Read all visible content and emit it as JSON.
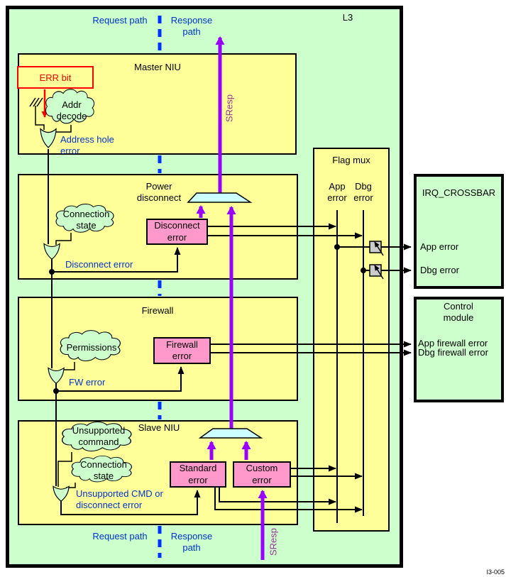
{
  "colors": {
    "background_green": "#ccffcc",
    "block_yellow": "#ffff99",
    "error_pink": "#ff99cc",
    "mux_blue": "#ccffff",
    "signal_blue_text": "#0033cc",
    "path_dash_blue": "#0033ff",
    "sresp_purple": "#9900ff",
    "sresp_label_purple": "#993399",
    "err_red": "#ff0000",
    "switch_gray": "#cccccc"
  },
  "l3": {
    "label": "L3"
  },
  "paths": {
    "request_top": "Request path",
    "response_top": "Response path",
    "request_bottom": "Request path",
    "response_bottom": "Response path",
    "sresp_top": "SResp",
    "sresp_bottom": "SResp"
  },
  "master_niu": {
    "title": "Master NIU",
    "err_bit": "ERR bit",
    "addr_decode_cloud": "Addr decode",
    "address_hole_error": "Address hole error"
  },
  "power_disconnect": {
    "title": "Power disconnect",
    "connection_state_cloud": "Connection state",
    "disconnect_error_signal": "Disconnect error",
    "disconnect_error_box": "Disconnect error"
  },
  "firewall": {
    "title": "Firewall",
    "permissions_cloud": "Permissions",
    "fw_error_signal": "FW error",
    "firewall_error_box": "Firewall error"
  },
  "slave_niu": {
    "title": "Slave NIU",
    "unsupported_command_cloud": "Unsupported command",
    "connection_state_cloud": "Connection state",
    "unsupported_cmd_signal": "Unsupported CMD or disconnect error",
    "standard_error_box": "Standard error",
    "custom_error_box": "Custom error"
  },
  "flag_mux": {
    "title": "Flag mux",
    "app_error_col": "App error",
    "dbg_error_col": "Dbg error"
  },
  "irq_crossbar": {
    "title": "IRQ_CROSSBAR",
    "app_error": "App error",
    "dbg_error": "Dbg error"
  },
  "control_module": {
    "title": "Control module",
    "app_firewall_error": "App firewall error",
    "dbg_firewall_error": "Dbg firewall error"
  },
  "figure_id": "I3-005"
}
